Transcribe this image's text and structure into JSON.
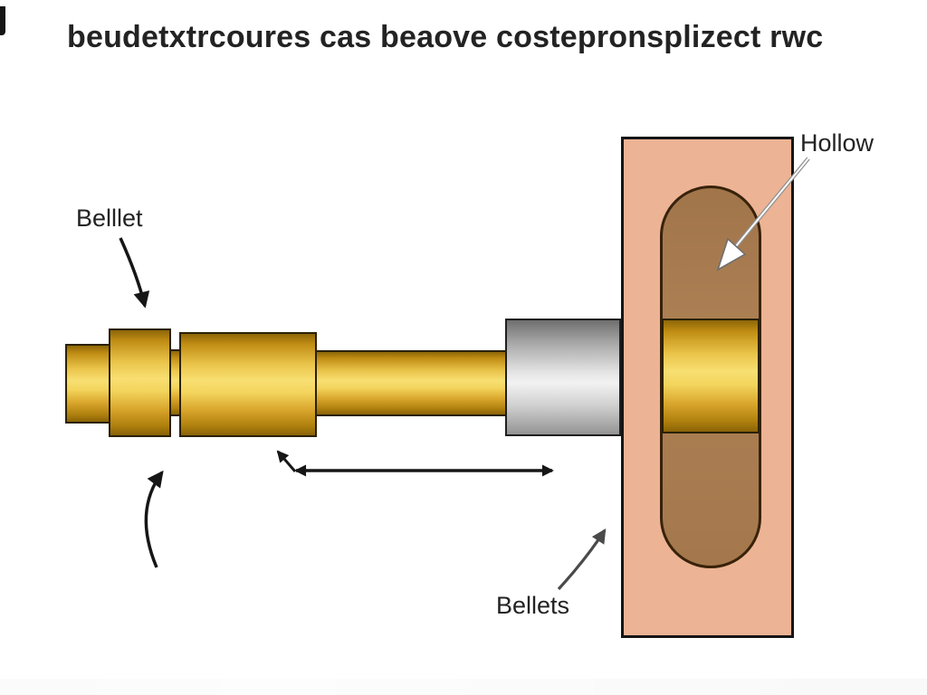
{
  "title": "beudetxtrcoures cas beaove costepronsplizect rwc",
  "labels": {
    "billet": "Belllet",
    "hollow": "Hollow",
    "billets": "Bellets"
  },
  "colors": {
    "text": "#232323",
    "gold_bright": "#f8df72",
    "gold_dark": "#8e6608",
    "silver_light": "#f2f2f2",
    "silver_dark": "#6f6f6f",
    "die_pink": "#ecb394",
    "slot_brown": "#a87c50",
    "outline_dark": "#1f1f1f",
    "arrow_black": "#161616",
    "arrow_gray": "#4a4a4a",
    "arrow_white": "#ffffff"
  },
  "icons": {
    "billet_pointer": "curved-arrow-down",
    "gap_pointer": "curved-arrow-up",
    "stroke_span": "double-headed-arrow",
    "billets_pointer": "curved-arrow-up-right",
    "hollow_pointer": "outlined-arrow-down-left"
  }
}
